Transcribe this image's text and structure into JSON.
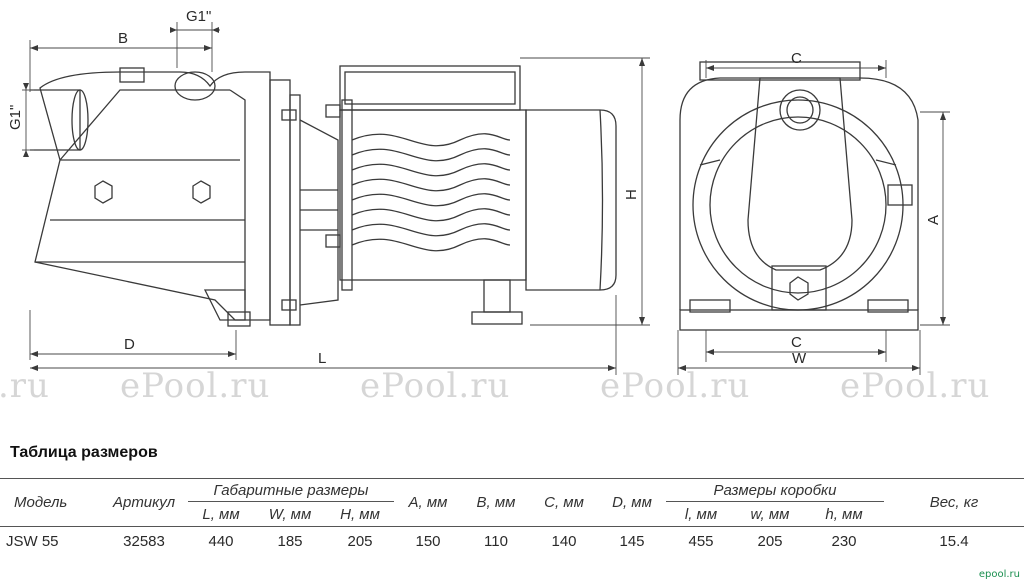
{
  "drawing": {
    "dims": {
      "B": "B",
      "G1_top": "G1\"",
      "G1_side": "G1\"",
      "D": "D",
      "L": "L",
      "H": "H",
      "A": "A",
      "C": "C",
      "W": "W"
    }
  },
  "watermark": {
    "texts": [
      ".ru",
      "ePool.ru",
      "ePool.ru",
      "ePool.ru",
      "ePool.ru"
    ]
  },
  "table": {
    "title": "Таблица размеров",
    "headers": {
      "model": "Модель",
      "article": "Артикул",
      "overall_group": "Габаритные размеры",
      "L": "L, мм",
      "W": "W, мм",
      "H": "H, мм",
      "A": "A, мм",
      "B": "B, мм",
      "C": "C, мм",
      "D": "D, мм",
      "box_group": "Размеры коробки",
      "l": "l, мм",
      "w": "w, мм",
      "h": "h, мм",
      "weight": "Вес, кг"
    },
    "row": {
      "model": "JSW 55",
      "article": "32583",
      "L": "440",
      "W": "185",
      "H": "205",
      "A": "150",
      "B": "110",
      "C": "140",
      "D": "145",
      "l": "455",
      "w": "205",
      "h": "230",
      "weight": "15.4"
    }
  },
  "footer_logo": "epool.ru"
}
